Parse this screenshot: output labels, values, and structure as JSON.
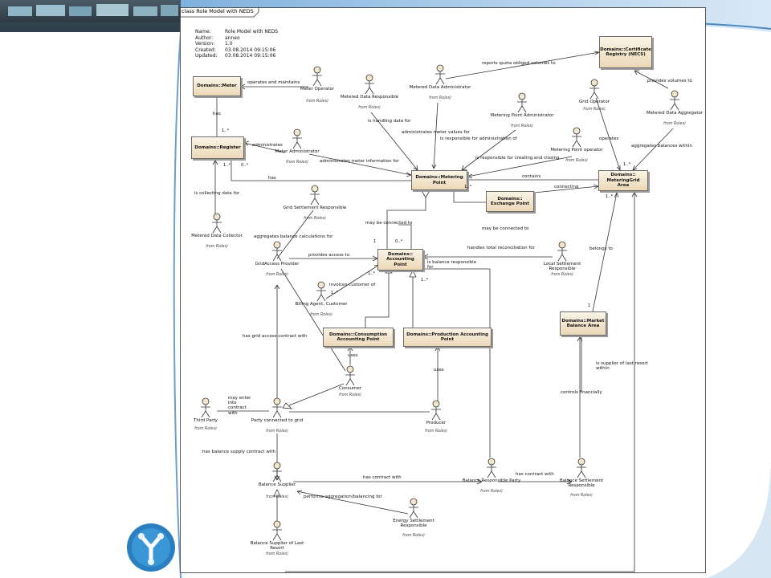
{
  "colors": {
    "slide_border": "#6a9fd0",
    "class_fill": "#f3e6cc",
    "line": "#333333",
    "logo": "#2a7fc0"
  },
  "slide": {
    "photo": "control-room-photo",
    "logo": "triad-logo-icon"
  },
  "diagram": {
    "tab_title": "class Role Model with NEDS",
    "meta": [
      {
        "k": "Name:",
        "v": "Role Model with NEDS"
      },
      {
        "k": "Author:",
        "v": "anneo"
      },
      {
        "k": "Version:",
        "v": "1.0"
      },
      {
        "k": "Created:",
        "v": "03.08.2014 09:15:06"
      },
      {
        "k": "Updated:",
        "v": "03.08.2014 09:15:06"
      }
    ],
    "classes": {
      "meter": "Domains::Meter",
      "register": "Domains::Register",
      "metering_point": "Domains::Metering Point",
      "certificate": "Domains::Certificate Registry (NECS)",
      "metering_grid": "Domains:: MeteringGrid Area",
      "exchange": "Domains:: Exchange Point",
      "accounting": "Domains:: Accounting Point",
      "consumption": "Domains::Consumption Accounting Point",
      "production": "Domains::Production Accounting Point",
      "market_balance": "Domains::Market Balance Area"
    },
    "from_text": "from Roles)",
    "actors": {
      "meter_operator": "Meter Operator",
      "mdr": "Metered Data Responsible",
      "mda": "Metered Data Administrator",
      "grid_operator": "Grid Operator",
      "mdag": "Metered Data Aggregator",
      "mpa": "Metering Point Administrator",
      "mpo": "Metering Point operator",
      "meter_admin": "Meter Administrator",
      "gsr": "Grid Settlement Responsible",
      "mdc": "Metered Data Collector",
      "gap": "GridAccess Provider",
      "billing": "Billing Agent, Customer",
      "lsr": "Local Settlement Responsible",
      "consumer": "Consumer",
      "third": "Third Party",
      "pcg": "Party connected to grid",
      "producer": "Producer",
      "brp": "Balance Responsible Party",
      "bsr": "Balance Settlement Responsible",
      "bs": "Balance Supplier",
      "ess": "Energy Settlement Responsible",
      "bslr": "Balance Supplier of Last Resort"
    },
    "labels": {
      "operates_maintains": "operates and maintains",
      "reports": "reports quota obliged volumes to",
      "provides_volumes": "provides volumes to",
      "has1": "has",
      "is_handling": "is handling data for",
      "administrates_mv": "administrates meter values for",
      "resp_admin": "is responsible for administration of",
      "operates": "operates",
      "aggregates": "aggregates balances within",
      "administrates": "administrates",
      "admin_meter_info": "administrates meter information for",
      "resp_creating": "is responsible for creating and closing",
      "has2": "has",
      "contains": "contains",
      "connecting": "connecting",
      "collecting": "is collecting data for",
      "aggr_calc": "aggregates balance calculations for",
      "may_connected_to": "may be connected to",
      "may_connected_to2": "may be connected to",
      "handles": "handles total reconciliation for",
      "belongs": "belongs to",
      "provides_access": "provides access to",
      "balance_resp": "is balance responsible for",
      "invoices": "invoices customer of",
      "grid_access": "has grid access contract with",
      "uses1": "uses",
      "uses2": "uses",
      "supplier_last": "is supplier of last resort within",
      "controls": "controls financially",
      "may_enter": "may enter into contract with",
      "balance_supply": "has balance supply contract with",
      "contract1": "has contract with",
      "contract2": "has contract with",
      "performs": "performs aggregation/balancing for"
    },
    "mults": {
      "m1": "1..*",
      "m2": "1..*",
      "m3": "0..*",
      "m4": "1..*",
      "m5": "1..*",
      "m6": "1..*",
      "m7": "1..*",
      "m8": "1",
      "m9": "0..*",
      "m10": "1..*",
      "m11": "1..*",
      "m12": "1"
    }
  }
}
